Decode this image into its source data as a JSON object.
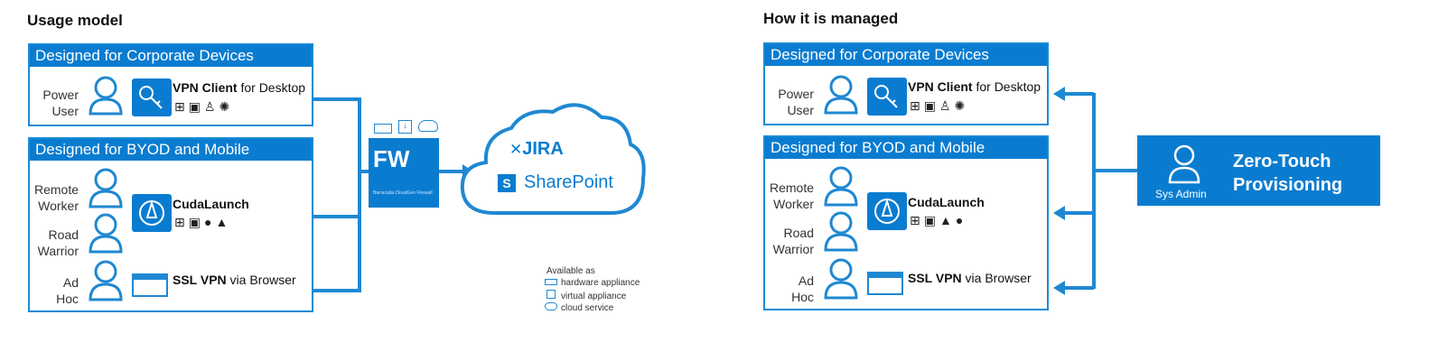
{
  "left": {
    "heading": "Usage model",
    "corporate_header": "Designed for Corporate Devices",
    "byod_header": "Designed for BYOD and Mobile",
    "users": {
      "power": [
        "Power",
        "User"
      ],
      "remote": [
        "Remote",
        "Worker"
      ],
      "road": [
        "Road",
        "Warrior"
      ],
      "adhoc": [
        "Ad",
        "Hoc"
      ]
    },
    "vpn_client": {
      "bold": "VPN Client",
      "rest": " for Desktop"
    },
    "cudalaunch": {
      "bold": "CudaLaunch",
      "rest": ""
    },
    "sslvpn": {
      "bold": "SSL VPN",
      "rest": " via Browser"
    },
    "fw_label": "FW",
    "fw_subtitle": "Barracuda CloudGen Firewall",
    "cloud": {
      "jira": "JIRA",
      "sharepoint": "SharePoint"
    },
    "available": {
      "title": "Available as",
      "items": [
        "hardware appliance",
        "virtual appliance",
        "cloud service"
      ]
    }
  },
  "right": {
    "heading": "How it is managed",
    "corporate_header": "Designed for Corporate Devices",
    "byod_header": "Designed for BYOD and Mobile",
    "users": {
      "power": [
        "Power",
        "User"
      ],
      "remote": [
        "Remote",
        "Worker"
      ],
      "road": [
        "Road",
        "Warrior"
      ],
      "adhoc": [
        "Ad",
        "Hoc"
      ]
    },
    "vpn_client": {
      "bold": "VPN Client",
      "rest": " for Desktop"
    },
    "cudalaunch": {
      "bold": "CudaLaunch",
      "rest": ""
    },
    "sslvpn": {
      "bold": "SSL VPN",
      "rest": " via Browser"
    },
    "sysadmin_label": "Sys Admin",
    "zero_touch": [
      "Zero-Touch",
      "Provisioning"
    ]
  },
  "colors": {
    "accent": "#0a7cd0",
    "border": "#1a8bd6",
    "line": "#1f88d2"
  },
  "os_icons": {
    "desktop": [
      "windows-icon",
      "macos-finder-icon",
      "linux-tux-icon",
      "other-os-icon"
    ],
    "mobile": [
      "windows-icon",
      "macos-finder-icon",
      "apple-icon",
      "android-icon"
    ]
  }
}
